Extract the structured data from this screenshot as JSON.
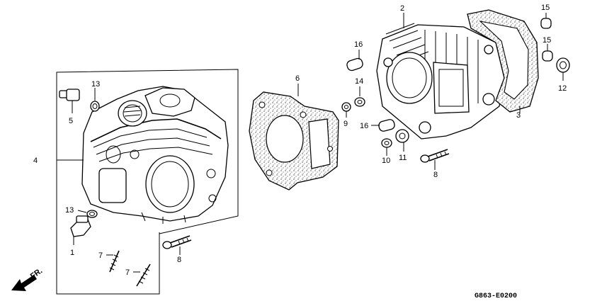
{
  "diagram": {
    "code": "G863-E0200",
    "arrow_label": "FR.",
    "callouts": {
      "c1": "1",
      "c2": "2",
      "c3": "3",
      "c4": "4",
      "c5": "5",
      "c6": "6",
      "c7a": "7",
      "c7b": "7",
      "c8a": "8",
      "c8b": "8",
      "c9": "9",
      "c10": "10",
      "c11": "11",
      "c12": "12",
      "c13a": "13",
      "c13b": "13",
      "c14": "14",
      "c15a": "15",
      "c15b": "15",
      "c16a": "16",
      "c16b": "16"
    }
  }
}
